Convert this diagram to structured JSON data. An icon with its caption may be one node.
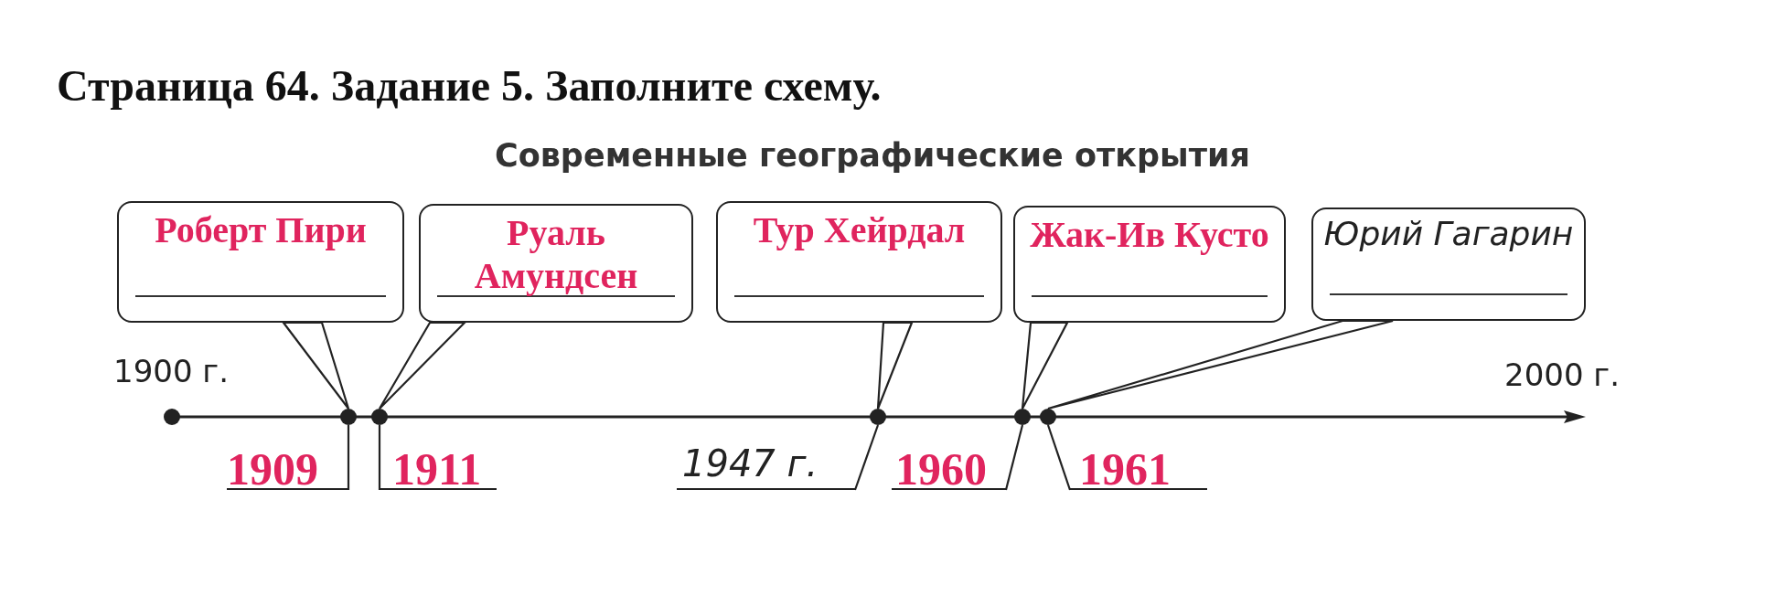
{
  "diagram": {
    "title": "Страница 64. Задание 5. Заполните схему.",
    "nodes": [
      {
        "text": [
          "Роберт Пири"
        ]
      },
      {
        "text": [
          "Руаль Амундсен"
        ]
      },
      {
        "text": [
          "Тур Хейрдал"
        ]
      },
      {
        "text": [
          "Жак-Ив Кусто"
        ]
      },
      {
        "text": [
          "Юрий Гагарин"
        ]
      },
      {
        "text": [],
        "shape": "circle"
      },
      {
        "text": [],
        "shape": "circle"
      },
      {
        "text": [],
        "shape": "circle"
      },
      {
        "text": [],
        "shape": "circle"
      },
      {
        "text": [],
        "shape": "circle"
      },
      {
        "text": [
          "1909"
        ]
      },
      {
        "text": [
          "1911"
        ]
      },
      {
        "text": [
          "1947 г."
        ]
      },
      {
        "text": [
          "1960"
        ]
      },
      {
        "text": [
          "1961"
        ]
      }
    ],
    "edges": [
      {
        "from": 0,
        "to": 5,
        "arrow": "none"
      },
      {
        "from": 1,
        "to": 6,
        "arrow": "none"
      },
      {
        "from": 2,
        "to": 7,
        "arrow": "none"
      },
      {
        "from": 3,
        "to": 8,
        "arrow": "none"
      },
      {
        "from": 4,
        "to": 9,
        "arrow": "none"
      },
      {
        "from": 10,
        "to": 5,
        "arrow": "none"
      },
      {
        "from": 11,
        "to": 6,
        "arrow": "none"
      },
      {
        "from": 12,
        "to": 7,
        "arrow": "none"
      },
      {
        "from": 13,
        "to": 8,
        "arrow": "none"
      },
      {
        "from": 14,
        "to": 9,
        "arrow": "none"
      }
    ],
    "labels": [
      "Современные географические открытия",
      "1900 г.",
      "2000 г."
    ]
  }
}
